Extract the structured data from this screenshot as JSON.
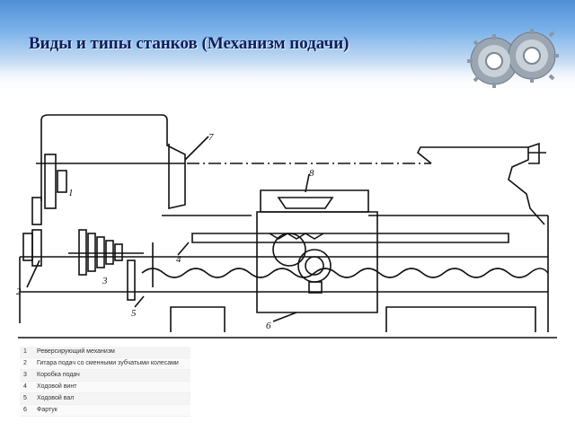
{
  "slide": {
    "title": "Виды и типы станков (Механизм подачи)"
  },
  "diagram": {
    "labels": [
      "1",
      "2",
      "3",
      "4",
      "5",
      "6",
      "7",
      "8"
    ]
  },
  "legend": {
    "items": [
      {
        "num": "1",
        "text": "Реверсирующий механизм"
      },
      {
        "num": "2",
        "text": "Гитара подач со сменными зубчатыми колесами"
      },
      {
        "num": "3",
        "text": "Коробка подач"
      },
      {
        "num": "4",
        "text": "Ходовой винт"
      },
      {
        "num": "5",
        "text": "Ходовой вал"
      },
      {
        "num": "6",
        "text": "Фартук"
      }
    ]
  },
  "colors": {
    "title": "#0d1f5c",
    "header_top": "#4f8fd6",
    "ink": "#111111"
  },
  "icons": [
    "gears-icon"
  ]
}
